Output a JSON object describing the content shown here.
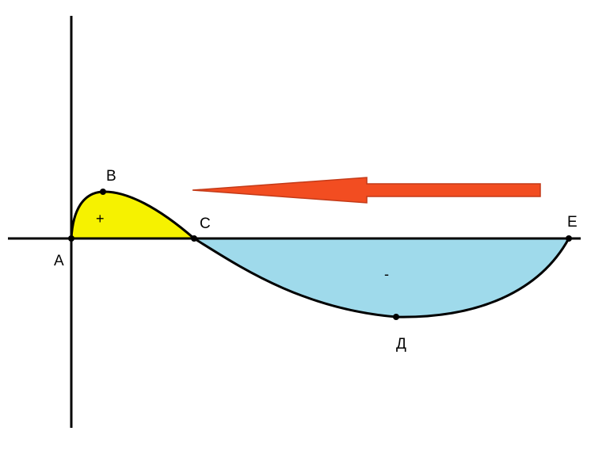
{
  "points": {
    "A": "A",
    "B": "B",
    "C": "C",
    "D": "Д",
    "E": "E"
  },
  "signs": {
    "positive": "+",
    "negative": "-"
  },
  "colors": {
    "positive_fill": "#f6f200",
    "negative_fill": "#9fdaeb",
    "arrow_fill": "#f24d21",
    "arrow_stroke": "#c33a18",
    "curve": "#000000",
    "axes": "#000000"
  },
  "arrow_direction": "left"
}
